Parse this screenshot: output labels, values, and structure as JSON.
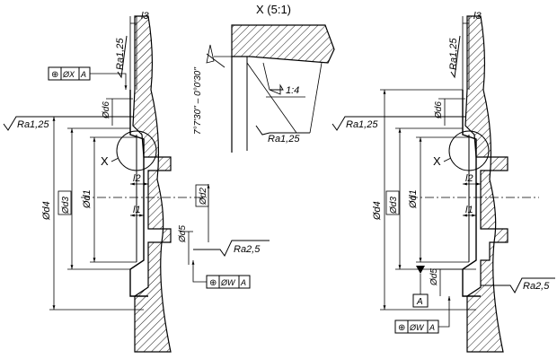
{
  "detail_view": {
    "title": "X (5:1)",
    "taper": "1:4",
    "angle": "7°7'30'' – 0°0'30''",
    "roughness": "Ra1,25"
  },
  "left_view": {
    "l3": "l3",
    "l2": "l2",
    "l1": "l1",
    "ra_top": "Ra1,25",
    "ra_left": "Ra1,25",
    "ra_d5": "Ra2,5",
    "fcf_top": [
      "⊕",
      "ØX",
      "A"
    ],
    "fcf_bottom": [
      "⊕",
      "ØW",
      "A"
    ],
    "d4": "Ød4",
    "d3": "Ød3",
    "d1": "Ød1",
    "d6": "Ød6",
    "d2": "Ød2",
    "d5": "Ød5",
    "view_label": "X"
  },
  "right_view": {
    "l3": "l3",
    "l2": "l2",
    "l1": "l1",
    "ra_top": "Ra1,25",
    "ra_left": "Ra1,25",
    "ra_d5": "Ra2,5",
    "datum": "A",
    "fcf_bottom": [
      "⊕",
      "ØW",
      "A"
    ],
    "d4": "Ød4",
    "d3": "Ød3",
    "d1": "Ød1",
    "d6": "Ød6",
    "d5": "Ød5",
    "view_label": "X"
  }
}
